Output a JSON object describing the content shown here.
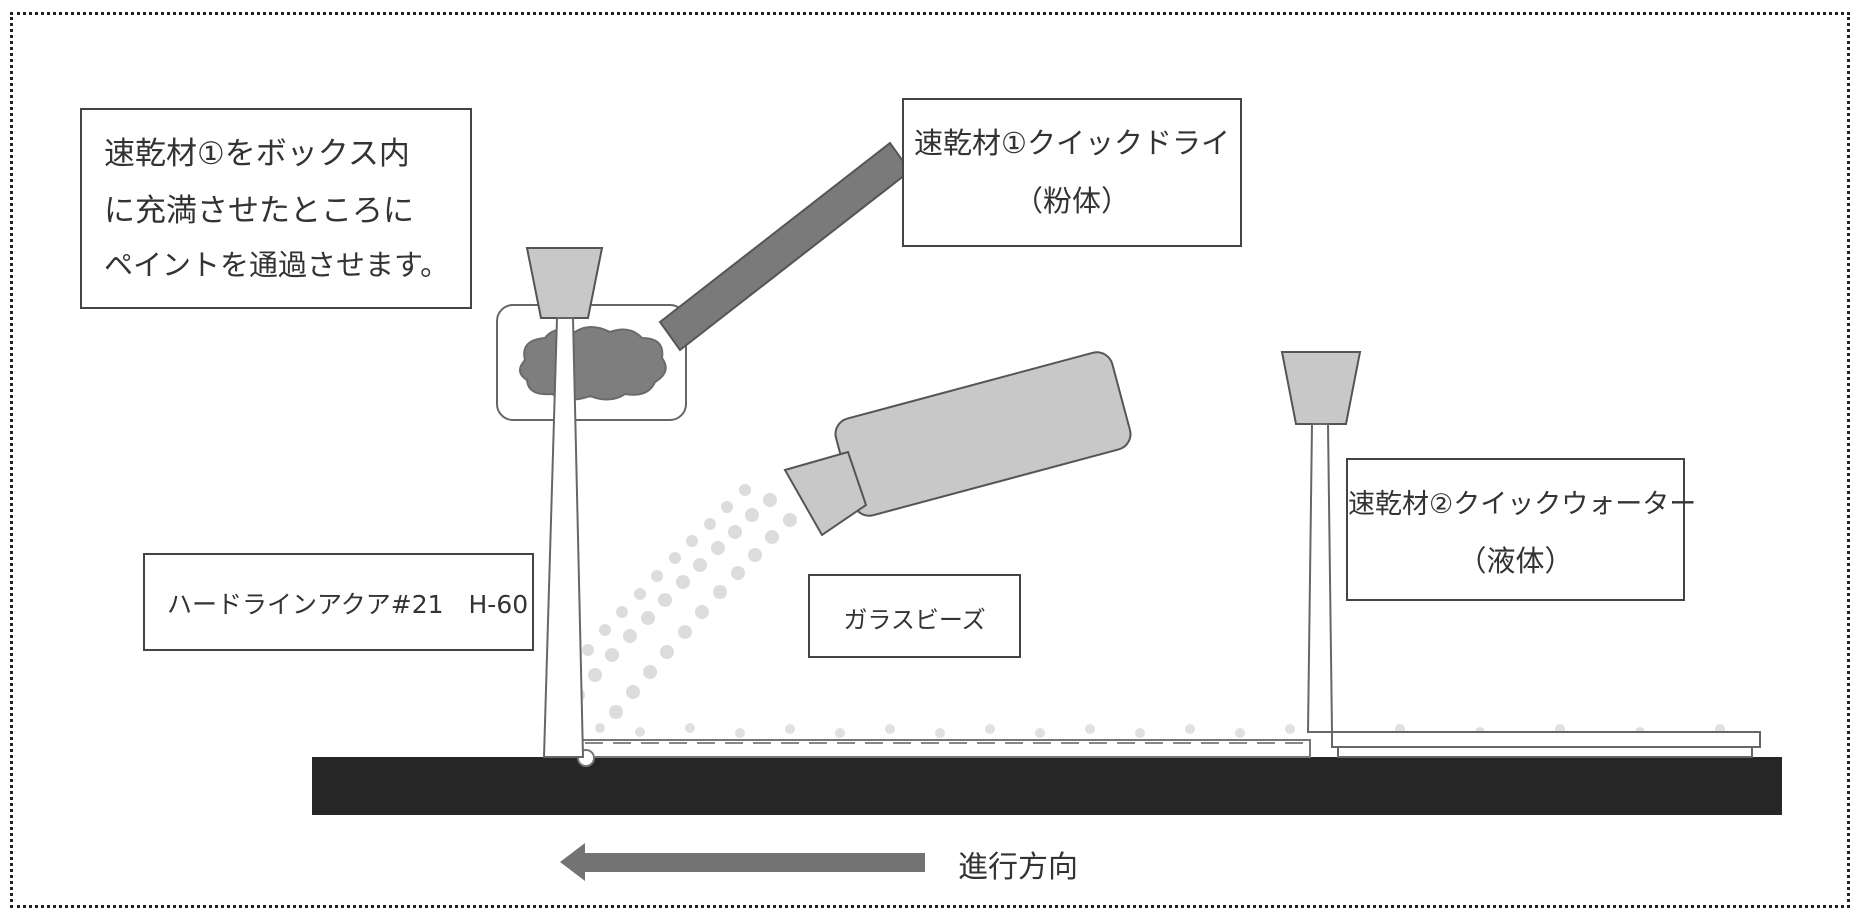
{
  "labels": {
    "note_line1": "速乾材①をボックス内",
    "note_line2": "に充満させたところに",
    "note_line3": "ペイントを通過させます。",
    "quick_dry_line1": "速乾材①クイックドライ",
    "quick_dry_line2": "（粉体）",
    "paint": "ハードラインアクア#21　H-60",
    "glass_beads": "ガラスビーズ",
    "quick_water_line1": "速乾材②クイックウォーター",
    "quick_water_line2": "（液体）",
    "direction": "進行方向"
  },
  "colors": {
    "road": "#262626",
    "nozzle": "#c8c8c8",
    "tube": "#7a7a7a",
    "powder": "#7e7e7e",
    "beads": "#d6d6d6",
    "arrow": "#737373"
  }
}
